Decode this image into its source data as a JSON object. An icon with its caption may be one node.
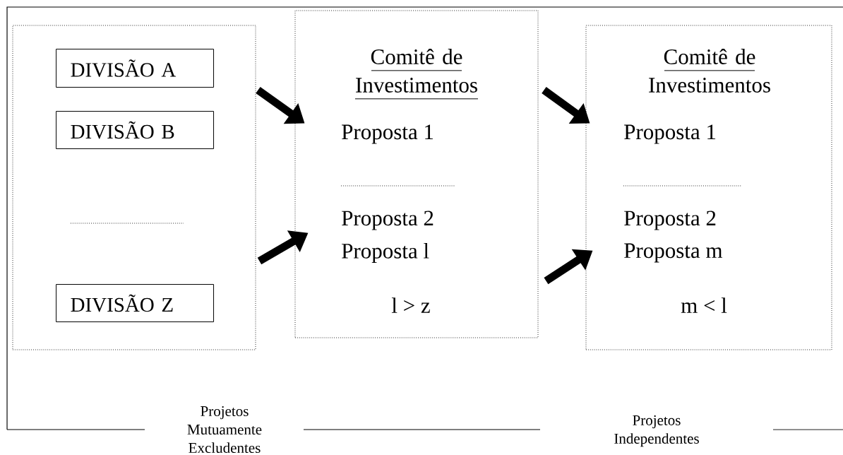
{
  "diagram": {
    "nodes": [
      {
        "text": [],
        "shape": "box"
      },
      {
        "text": [
          "DIVISÃO A"
        ],
        "in": 0
      },
      {
        "text": [
          "DIVISÃO B"
        ],
        "in": 0
      },
      {
        "text": [
          "DIVISÃO Z"
        ],
        "in": 0
      },
      {
        "text": [
          "Comitê de Investimentos",
          "Proposta 1",
          "Proposta 2",
          "Proposta l",
          "l > z"
        ]
      },
      {
        "text": [
          "Comitê de Investimentos",
          "Proposta 1",
          "Proposta 2",
          "Proposta m",
          "m < l"
        ]
      }
    ],
    "edges": [
      {
        "from": 0,
        "to": 4,
        "arrow": "to"
      },
      {
        "from": 0,
        "to": 4,
        "arrow": "to"
      },
      {
        "from": 4,
        "to": 5,
        "arrow": "to"
      },
      {
        "from": 4,
        "to": 5,
        "arrow": "to"
      }
    ],
    "labels": [
      "Projetos Mutuamente Excludentes",
      "Projetos Independentes"
    ]
  }
}
